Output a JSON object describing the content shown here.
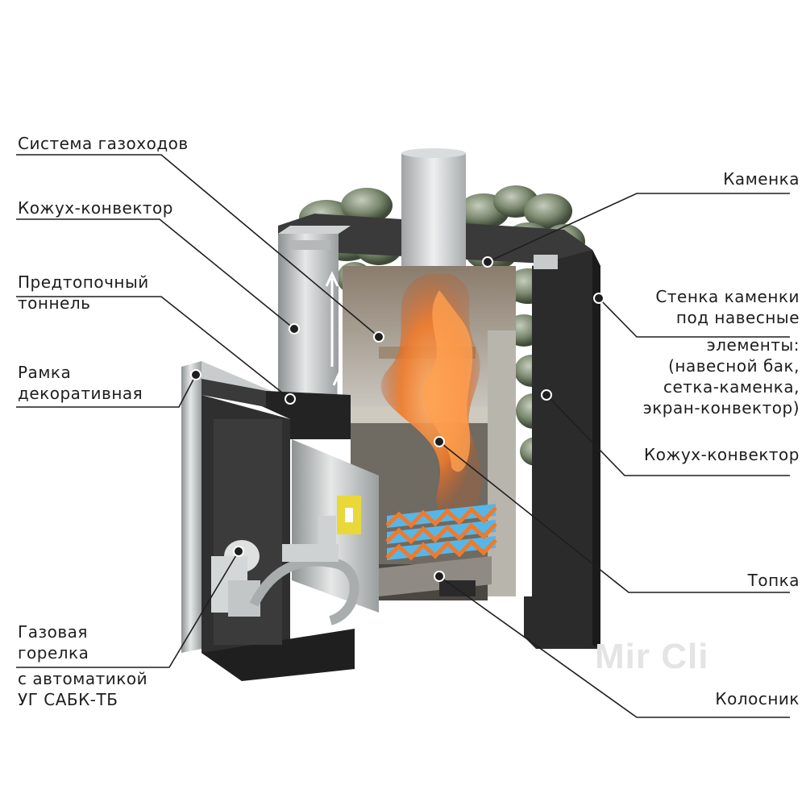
{
  "labels": {
    "gas_ducts": "Система газоходов",
    "casing_convector_left": "Кожух-конвектор",
    "pre_furnace_1": "Предтопочный",
    "pre_furnace_2": "тоннель",
    "frame_1": "Рамка",
    "frame_2": "декоративная",
    "burner_1": "Газовая",
    "burner_2": "горелка",
    "burner_3": "с автоматикой",
    "burner_4": "УГ САБК-ТБ",
    "stone_heater": "Каменка",
    "wall_1": "Стенка каменки",
    "wall_2": "под навесные",
    "wall_3": "элементы:",
    "wall_4": "(навесной бак,",
    "wall_5": "сетка-каменка,",
    "wall_6": "экран-конвектор)",
    "casing_convector_right": "Кожух-конвектор",
    "firebox": "Топка",
    "grate": "Колосник"
  },
  "watermark": "Mir Cli",
  "colors": {
    "text": "#1e1e1e",
    "stove_body": "#2a2a2a",
    "steel": "#bfc3c4",
    "flame": "#f07a2a",
    "stones": "#7c8a70"
  }
}
